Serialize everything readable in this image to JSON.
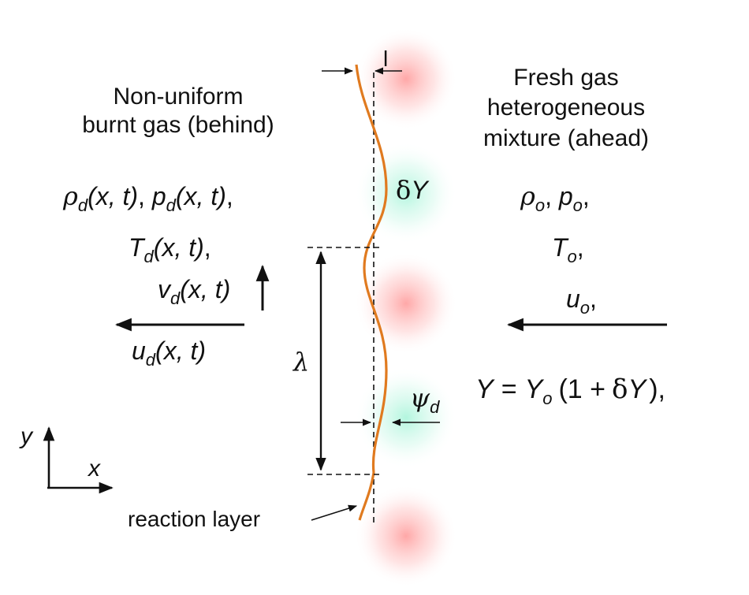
{
  "left_region": {
    "title_line1": "Non-uniform",
    "title_line2": "burnt gas (behind)",
    "rho": "ρ",
    "p": "p",
    "T": "T",
    "v": "v",
    "u": "u",
    "sub": "d",
    "args": "(x, t)"
  },
  "right_region": {
    "title_line1": "Fresh gas",
    "title_line2": "heterogeneous",
    "title_line3": "mixture (ahead)",
    "rho": "ρ",
    "p": "p",
    "T": "T",
    "u": "u",
    "sub": "o",
    "Y": "Y",
    "equals": "=",
    "open": "(1 +",
    "delta": "δ",
    "close": "),"
  },
  "front": {
    "l_label": "l",
    "deltaY_delta": "δ",
    "deltaY_Y": "Y",
    "lambda_label": "λ",
    "psi_label": "ψ",
    "psi_sub": "d",
    "reaction_layer_label": "reaction layer"
  },
  "axes": {
    "y_label": "y",
    "x_label": "x"
  },
  "colors": {
    "front": "#e07a1f",
    "rich_blob": "#ff8a8a",
    "lean_blob": "#7ff0c8",
    "ink": "#111111"
  }
}
